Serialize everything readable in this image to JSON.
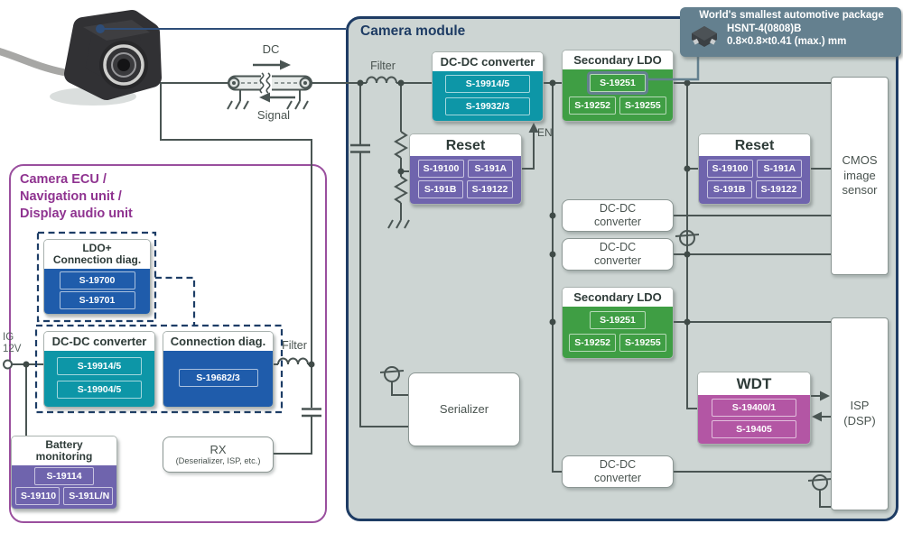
{
  "colors": {
    "module_bg": "#cdd5d3",
    "navy_border": "#1e3c64",
    "wire": "#4a5553",
    "teal": "#0d96a7",
    "green": "#3f9e44",
    "purple": "#6f64ad",
    "magenta": "#b356a4",
    "blue": "#1f5cab",
    "slate_callout": "#64808f",
    "ecu_border": "#9a4f9e",
    "ecu_title": "#8f3390"
  },
  "icons": {
    "camera": "camera-illustration",
    "package": "smd-package-icon",
    "inductor": "inductor-symbol",
    "capacitor": "capacitor-symbol",
    "resistor": "resistor-symbol",
    "ground": "ground-symbol",
    "port": "port-circle-symbol",
    "coax": "coax-cable-symbol"
  },
  "callout": {
    "title": "World's smallest automotive package",
    "package_name": "HSNT-4(0808)B",
    "package_size": "0.8×0.8×t0.41 (max.) mm"
  },
  "cable": {
    "dc_label": "DC",
    "signal_label": "Signal"
  },
  "module": {
    "title": "Camera module",
    "filter_label": "Filter",
    "en_label": "EN",
    "dcdc_converter": {
      "title": "DC-DC converter",
      "chips": [
        "S-19914/5",
        "S-19932/3"
      ]
    },
    "secondary_ldo": {
      "title": "Secondary LDO",
      "main_chip": "S-19251",
      "chips": [
        "S-19252",
        "S-19255"
      ]
    },
    "reset": {
      "title": "Reset",
      "chips": [
        "S-19100",
        "S-191A",
        "S-191B",
        "S-19122"
      ]
    },
    "wdt": {
      "title": "WDT",
      "chips": [
        "S-19400/1",
        "S-19405"
      ]
    },
    "plain_dcdc": {
      "line1": "DC-DC",
      "line2": "converter"
    },
    "serializer_label": "Serializer",
    "cmos_lines": [
      "CMOS",
      "image",
      "sensor"
    ],
    "isp_lines": [
      "ISP",
      "(DSP)"
    ]
  },
  "ecu": {
    "title_lines": [
      "Camera ECU /",
      "Navigation unit /",
      "Display audio unit"
    ],
    "ig_lines": [
      "IG",
      "12V"
    ],
    "filter_label": "Filter",
    "ldo_plus": {
      "title_line1": "LDO+",
      "title_line2": "Connection diag.",
      "chips": [
        "S-19700",
        "S-19701"
      ]
    },
    "dcdc_converter": {
      "title": "DC-DC converter",
      "chips": [
        "S-19914/5",
        "S-19904/5"
      ]
    },
    "connection_diag": {
      "title": "Connection diag.",
      "chip": "S-19682/3"
    },
    "battery": {
      "title_line1": "Battery",
      "title_line2": "monitoring",
      "main_chip": "S-19114",
      "chips": [
        "S-19110",
        "S-191L/N"
      ]
    },
    "rx": {
      "line1": "RX",
      "line2": "(Deserializer, ISP, etc.)"
    }
  }
}
